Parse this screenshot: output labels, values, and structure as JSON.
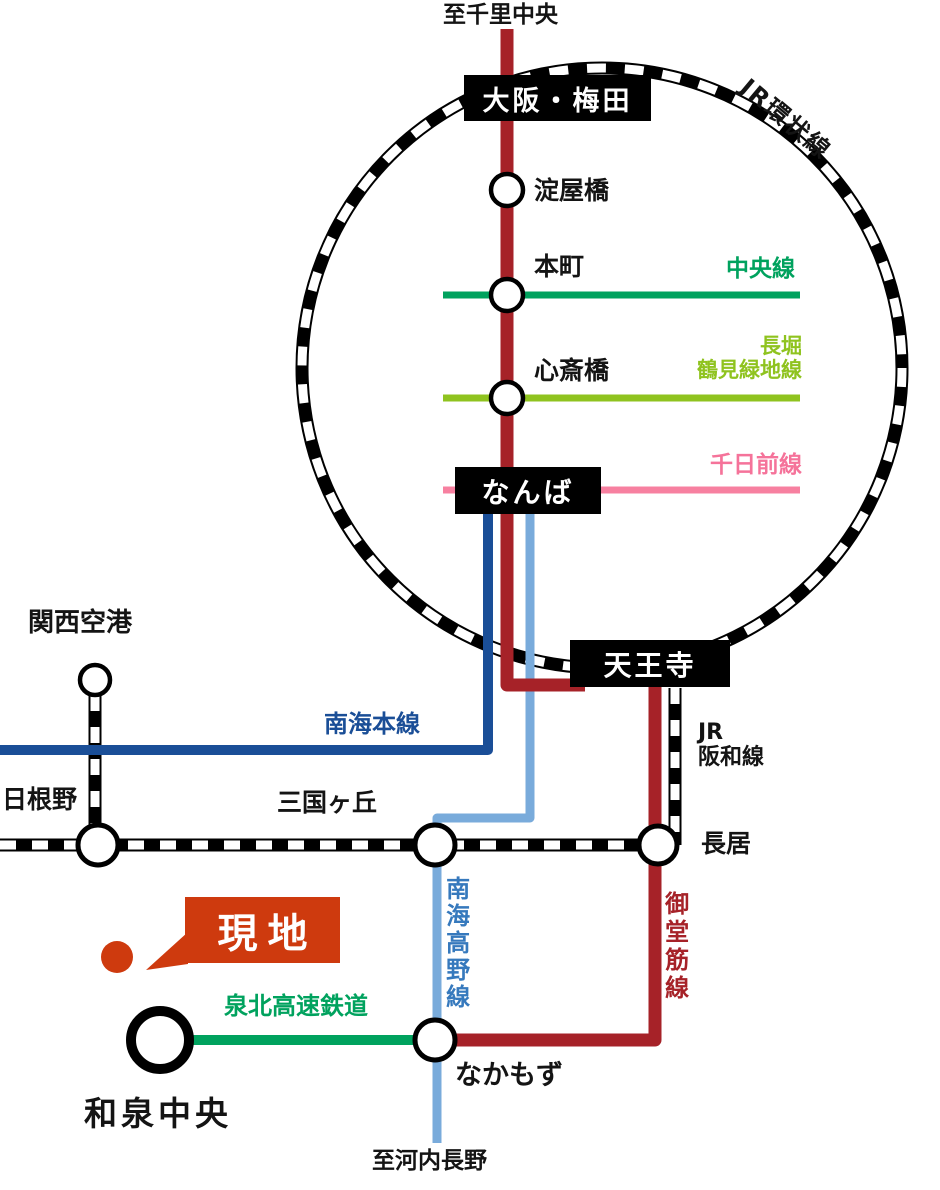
{
  "colors": {
    "midosuji_red": "#a62228",
    "nankai_main_blue": "#1a4e97",
    "nankai_koya_blue": "#79abdb",
    "koya_label_blue": "#3679bd",
    "green": "#00a25e",
    "nagahori_green": "#8fc31f",
    "sennichimae_pink": "#f780a0",
    "site_orange": "#ce3a0e",
    "jr_black": "#000000"
  },
  "stations": {
    "to_senri": "至千里中央",
    "osaka_umeda": "大阪・梅田",
    "yodoyabashi": "淀屋橋",
    "hommachi": "本町",
    "shinsaibashi": "心斎橋",
    "namba": "なんば",
    "tennoji": "天王寺",
    "kansai_airport": "関西空港",
    "hineno": "日根野",
    "mikunigaoka": "三国ヶ丘",
    "nagai": "長居",
    "nakamozu": "なかもず",
    "izumi_chuo": "和泉中央",
    "to_kawachinagano": "至河内長野"
  },
  "lines": {
    "jr_loop": "JR環状線",
    "chuo": "中央線",
    "nagahori_1": "長堀",
    "nagahori_2": "鶴見緑地線",
    "sennichimae": "千日前線",
    "nankai_main": "南海本線",
    "jr_abbr": "JR",
    "hanwa": "阪和線",
    "nankai_koya": "南海高野線",
    "midosuji": "御堂筋線",
    "semboku": "泉北高速鉄道"
  },
  "site": {
    "label": "現地"
  }
}
